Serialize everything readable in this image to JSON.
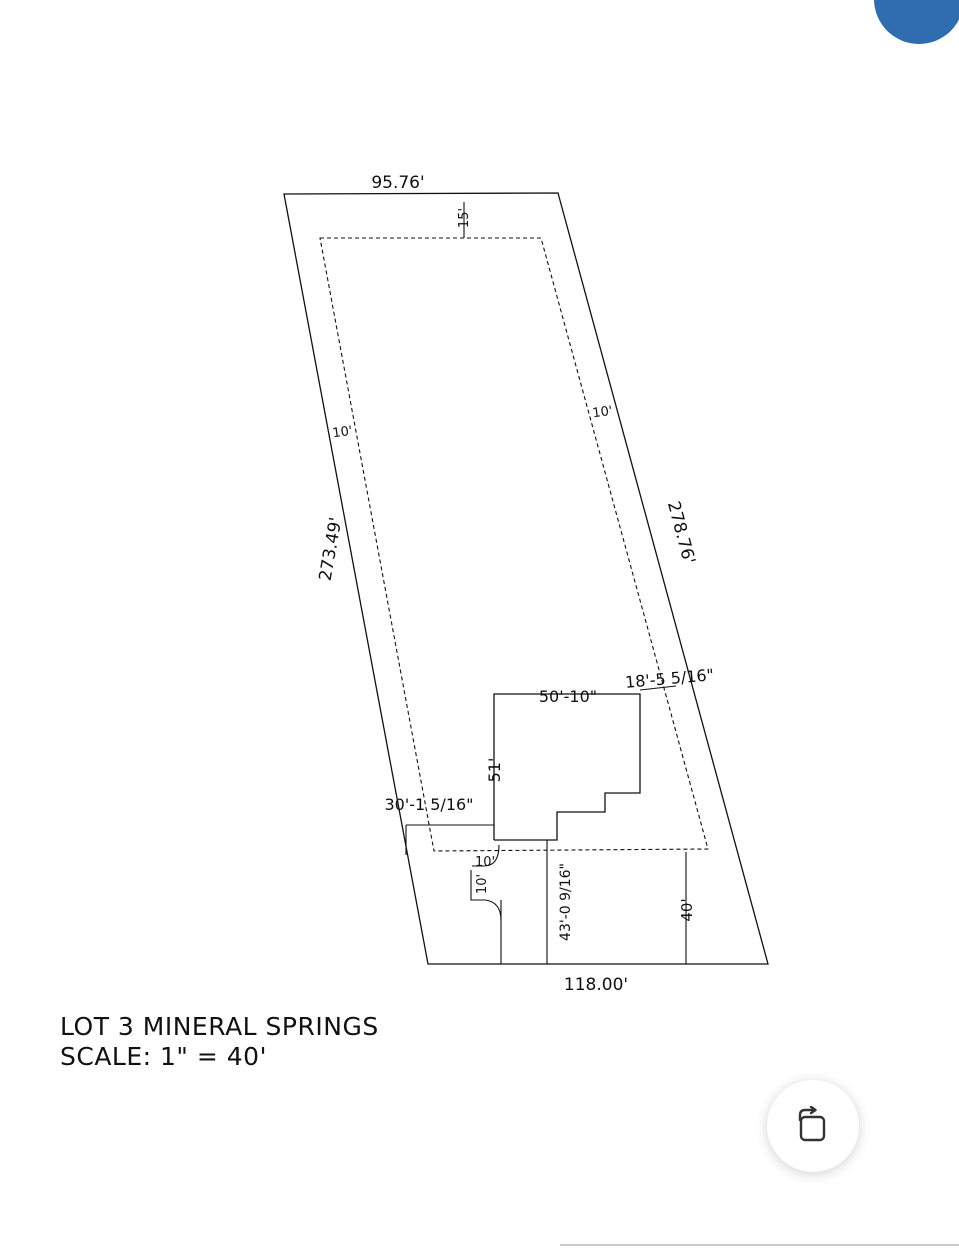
{
  "plat": {
    "title": "LOT 3 MINERAL SPRINGS",
    "scale": "SCALE: 1\" = 40'",
    "dimensions": {
      "top_boundary": "95.76'",
      "front_setback": "15'",
      "left_side_setback": "10'",
      "right_side_setback": "10'",
      "left_boundary": "273.49'",
      "right_boundary": "278.76'",
      "house_width": "50'-10\"",
      "house_right_offset": "18'-5 5/16\"",
      "house_depth": "51'",
      "house_left_offset": "30'-1 5/16\"",
      "driveway_setback_h": "10'",
      "driveway_setback_v": "10'",
      "house_bottom_offset": "43'-0 9/16\"",
      "bottom_setback": "40'",
      "bottom_boundary": "118.00'"
    }
  },
  "ui": {
    "rotate_button_icon": "rotate-icon",
    "accent_color": "#2f6db0"
  }
}
